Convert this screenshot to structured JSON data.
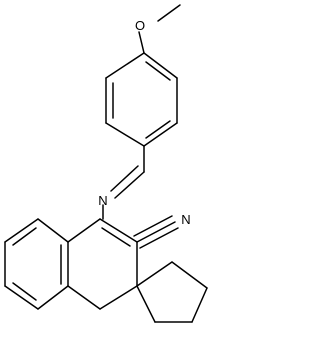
{
  "molecule": {
    "atoms": {
      "methoxy_oxygen": "O",
      "imine_nitrogen": "N",
      "nitrile_nitrogen": "N"
    }
  },
  "colors": {
    "bond": "#000000",
    "background": "#ffffff"
  }
}
